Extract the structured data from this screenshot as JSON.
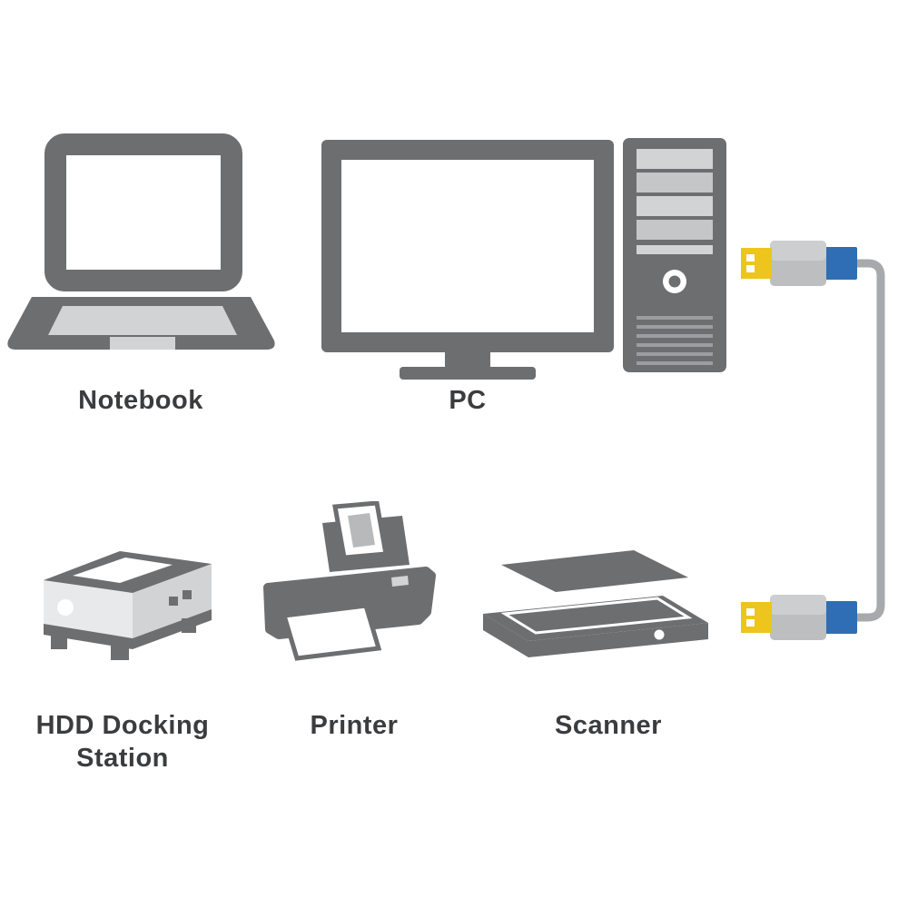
{
  "diagram": {
    "description_icons": [
      "notebook-icon",
      "pc-icon",
      "usb-cable-icon",
      "hdd-docking-station-icon",
      "printer-icon",
      "scanner-icon",
      "usb-plug-top-icon",
      "usb-plug-bottom-icon"
    ],
    "devices": [
      {
        "icon": "notebook-icon",
        "label": "Notebook"
      },
      {
        "icon": "pc-icon",
        "label": "PC"
      },
      {
        "icon": "hdd-docking-station-icon",
        "label_lines": [
          "HDD Docking",
          "Station"
        ]
      },
      {
        "icon": "printer-icon",
        "label": "Printer"
      },
      {
        "icon": "scanner-icon",
        "label": "Scanner"
      }
    ],
    "colors": {
      "background": "#ffffff",
      "device_gray": "#6d6e70",
      "panel_light": "#d2d3d5",
      "panel_mid": "#c4c6c8",
      "vent_gray": "#9b9da0",
      "cable_gray": "#a7a9ac",
      "connector_silver": "#bcbec0",
      "connector_silver_light": "#cdced0",
      "usb_yellow": "#edc51c",
      "usb_blue": "#2f6eb5",
      "label_color": "#3b3c3e"
    }
  }
}
